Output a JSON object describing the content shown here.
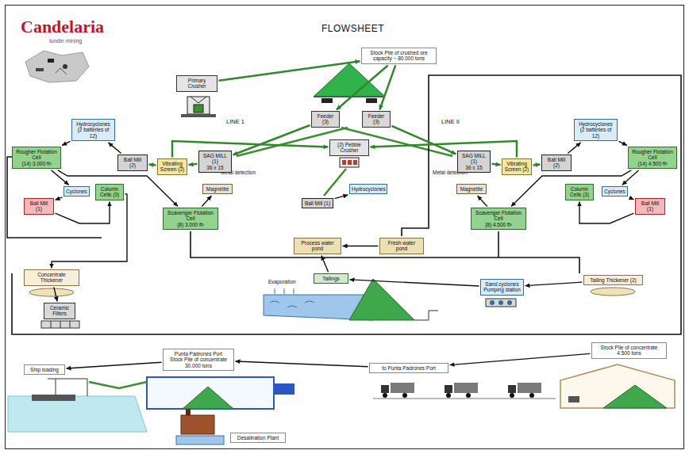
{
  "diagram": {
    "title": "FLOWSHEET",
    "nodes": [
      {
        "text": [
          "Primary Crusher"
        ]
      },
      {
        "text": [
          "Stock Pile of crushed ore",
          "capacity ~ 80.000 tons"
        ]
      },
      {
        "text": [
          "Feeder (3)"
        ]
      },
      {
        "text": [
          "Feeder (3)"
        ]
      },
      {
        "text": [
          "(2) Pebble Crusher"
        ]
      },
      {
        "text": [
          "SAG MILL (1)",
          "36 x 15"
        ]
      },
      {
        "text": [
          "Vibrating Screen (2)"
        ]
      },
      {
        "text": [
          "Ball Mill (2)"
        ]
      },
      {
        "text": [
          "Hydrocyclones",
          "(2 batteries of 12)"
        ]
      },
      {
        "text": [
          "Rougher Flotation Cell",
          "(14) 3.000 ft³"
        ]
      },
      {
        "text": [
          "Column Cells (3)"
        ]
      },
      {
        "text": [
          "Cyclones"
        ]
      },
      {
        "text": [
          "Ball Mill (1)"
        ]
      },
      {
        "text": [
          "Scavenger Flotation Cell",
          "(8) 3.000 ft³"
        ]
      },
      {
        "text": [
          "Magnetite"
        ]
      },
      {
        "text": [
          "Hydrocyclones"
        ]
      },
      {
        "text": [
          "Ball Mill (1)"
        ]
      },
      {
        "text": [
          "Magnetite"
        ]
      },
      {
        "text": [
          "SAG MILL (1)",
          "36 x 15"
        ]
      },
      {
        "text": [
          "Vibrating Screen (2)"
        ]
      },
      {
        "text": [
          "Ball Mill (2)"
        ]
      },
      {
        "text": [
          "Hydrocyclones",
          "(2 batteries of 12)"
        ]
      },
      {
        "text": [
          "Rougher Flotation Cell",
          "(14) 4.500 ft³"
        ]
      },
      {
        "text": [
          "Column Cells (3)"
        ]
      },
      {
        "text": [
          "Cyclones"
        ]
      },
      {
        "text": [
          "Ball Mill (1)"
        ]
      },
      {
        "text": [
          "Scavenger Flotation Cell",
          "(8) 4.500 ft³"
        ]
      },
      {
        "text": [
          "Process water pond"
        ]
      },
      {
        "text": [
          "Fresh water pond"
        ]
      },
      {
        "text": [
          "Concentrate Thickener"
        ]
      },
      {
        "text": [
          "Ceramic Filters"
        ]
      },
      {
        "text": [
          "Tailings"
        ]
      },
      {
        "text": [
          "Sand cyclones",
          "Pumping station"
        ]
      },
      {
        "text": [
          "Tailing Thickener (2)"
        ]
      },
      {
        "text": [
          "Punta Padrones Port",
          "Stock Pile of concentrate",
          "30.000 tons"
        ]
      },
      {
        "text": [
          "Ship loading"
        ]
      },
      {
        "text": [
          "Desalination Plant"
        ]
      },
      {
        "text": [
          "to Punta Padrones Port"
        ]
      },
      {
        "text": [
          "Stock Pile of concentrate",
          "4.500 tons"
        ]
      }
    ],
    "edges": [
      {
        "from": 0,
        "to": 1,
        "arrow": "to"
      },
      {
        "from": 1,
        "to": 2,
        "arrow": "to"
      },
      {
        "from": 1,
        "to": 3,
        "arrow": "to"
      },
      {
        "from": 2,
        "to": 5,
        "arrow": "to"
      },
      {
        "from": 3,
        "to": 18,
        "arrow": "to"
      },
      {
        "from": 5,
        "to": 6,
        "arrow": "to"
      },
      {
        "from": 6,
        "to": 7,
        "arrow": "to"
      },
      {
        "from": 6,
        "to": 4,
        "arrow": "to"
      },
      {
        "from": 19,
        "to": 4,
        "arrow": "to"
      },
      {
        "from": 18,
        "to": 19,
        "arrow": "to"
      },
      {
        "from": 19,
        "to": 20,
        "arrow": "to"
      },
      {
        "from": 7,
        "to": 8,
        "arrow": "to"
      },
      {
        "from": 8,
        "to": 9,
        "arrow": "to"
      },
      {
        "from": 9,
        "to": 11,
        "arrow": "to"
      },
      {
        "from": 11,
        "to": 12,
        "arrow": "to"
      },
      {
        "from": 12,
        "to": 10,
        "arrow": "to"
      },
      {
        "from": 10,
        "to": 29,
        "arrow": "to"
      },
      {
        "from": 9,
        "to": 13,
        "arrow": "to"
      },
      {
        "from": 13,
        "to": 14,
        "arrow": "to"
      },
      {
        "from": 20,
        "to": 21,
        "arrow": "to"
      },
      {
        "from": 21,
        "to": 22,
        "arrow": "to"
      },
      {
        "from": 22,
        "to": 24,
        "arrow": "to"
      },
      {
        "from": 24,
        "to": 25,
        "arrow": "to"
      },
      {
        "from": 25,
        "to": 23,
        "arrow": "to"
      },
      {
        "from": 22,
        "to": 26,
        "arrow": "to"
      },
      {
        "from": 26,
        "to": 17,
        "arrow": "to"
      },
      {
        "from": 16,
        "to": 15,
        "arrow": "to"
      },
      {
        "from": 28,
        "to": 27,
        "arrow": "to"
      },
      {
        "from": 31,
        "to": 27,
        "arrow": "to"
      },
      {
        "from": 32,
        "to": 31,
        "arrow": "to"
      },
      {
        "from": 33,
        "to": 32,
        "arrow": "to"
      },
      {
        "from": 29,
        "to": 30,
        "arrow": "to"
      },
      {
        "from": 38,
        "to": 37,
        "arrow": "to"
      },
      {
        "from": 37,
        "to": 34,
        "arrow": "to"
      },
      {
        "from": 34,
        "to": 35,
        "arrow": "to"
      }
    ],
    "labels": [
      "Candelaria",
      "lundin mining",
      "LINE 1",
      "LINE II",
      "Metal detection",
      "Metal detection",
      "Evaporation"
    ]
  }
}
